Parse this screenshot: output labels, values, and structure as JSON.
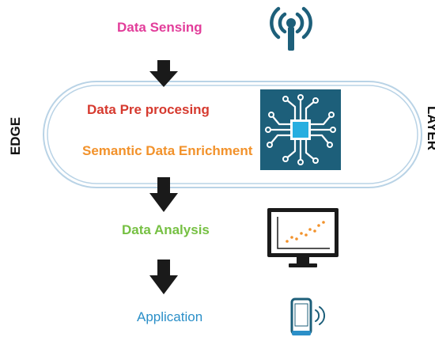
{
  "side_labels": {
    "left": "EDGE",
    "right": "LAYER"
  },
  "steps": [
    {
      "label": "Data Sensing",
      "color": "#e23d9a",
      "icon": "antenna-icon"
    },
    {
      "label": "Data Pre procesing",
      "color": "#d63a2f",
      "icon": "circuit-chip-icon"
    },
    {
      "label": "Semantic Data Enrichment",
      "color": "#f2922b",
      "icon": "circuit-chip-icon"
    },
    {
      "label": "Data Analysis",
      "color": "#76c043",
      "icon": "monitor-chart-icon"
    },
    {
      "label": "Application",
      "color": "#2b8fc8",
      "icon": "smartphone-icon"
    }
  ],
  "colors": {
    "icon_teal": "#1d5f7a",
    "chip_core": "#27aee0",
    "arrow": "#1a1a1a",
    "loop_outline": "#b9d3e6",
    "chart_points": "#f2922b"
  }
}
